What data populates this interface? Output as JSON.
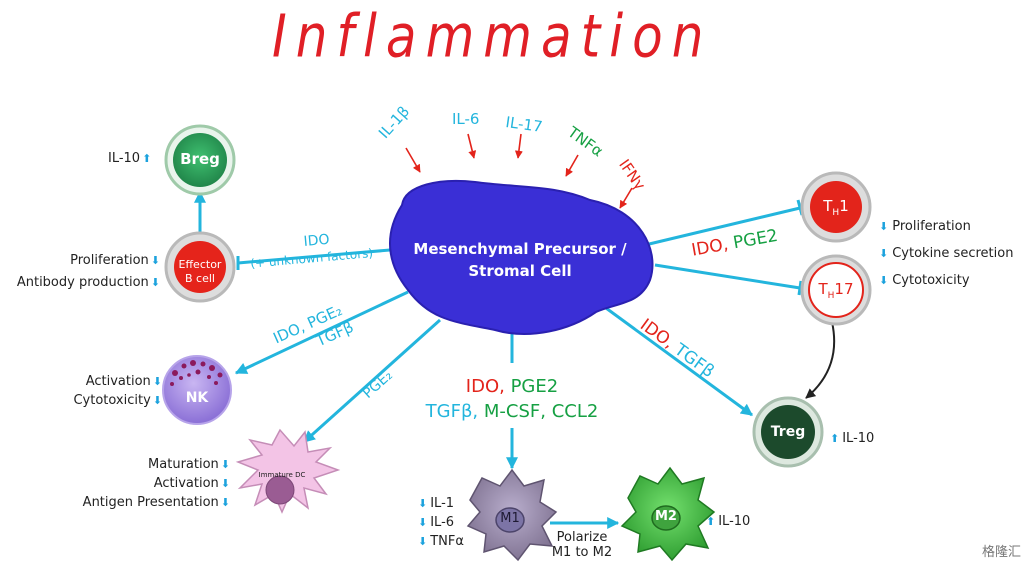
{
  "title": "Inflammation",
  "center_cell": {
    "line1": "Mesenchymal Precursor /",
    "line2": "Stromal Cell"
  },
  "incoming_cytokines": [
    {
      "label": "IL-1β",
      "color": "#23b5dd"
    },
    {
      "label": "IL-6",
      "color": "#23b5dd"
    },
    {
      "label": "IL-17",
      "color": "#23b5dd"
    },
    {
      "label": "TNFα",
      "color": "#16a043"
    },
    {
      "label": "IFNγ",
      "color": "#e3241b"
    }
  ],
  "cells": {
    "breg": "Breg",
    "effector_b": {
      "line1": "Effector",
      "line2": "B cell"
    },
    "nk": "NK",
    "immature_dc": "Immature DC",
    "m1": "M1",
    "m2": "M2",
    "th1": {
      "main": "T",
      "sub": "H",
      "suffix": "1"
    },
    "th17": {
      "main": "T",
      "sub": "H",
      "suffix": "17"
    },
    "treg": "Treg"
  },
  "pathways": {
    "to_effector_b": {
      "line1": "IDO",
      "line2": "(+ unknown factors)"
    },
    "to_nk": {
      "line1": "IDO, PGE₂",
      "line2": "TGFβ"
    },
    "to_dc": "PGE₂",
    "to_macrophage": {
      "ido": "IDO,",
      "pge2": "PGE2",
      "tgfb": "TGFβ,",
      "mcsf": "M-CSF,",
      "ccl2": "CCL2"
    },
    "to_th": {
      "ido": "IDO,",
      "pge2": "PGE2"
    },
    "to_treg": {
      "ido": "IDO,",
      "tgfb": "TGFβ"
    },
    "polarize": {
      "line1": "Polarize",
      "line2": "M1 to M2"
    }
  },
  "effects": {
    "breg": [
      "IL-10"
    ],
    "effector_b": [
      "Proliferation",
      "Antibody production"
    ],
    "nk": [
      "Activation",
      "Cytotoxicity"
    ],
    "dc": [
      "Maturation",
      "Activation",
      "Antigen Presentation"
    ],
    "m1": [
      "IL-1",
      "IL-6",
      "TNFα"
    ],
    "m2": [
      "IL-10"
    ],
    "th": [
      "Proliferation",
      "Cytokine secretion",
      "Cytotoxicity"
    ],
    "treg": [
      "IL-10"
    ]
  },
  "arrows": {
    "down": "⬇",
    "up": "⬆"
  },
  "watermark_brand": "格隆汇",
  "colors": {
    "cyan": "#23b5dd",
    "red": "#e3241b",
    "green": "#16a043",
    "blob": "#3a2fd6",
    "breg": "#2fa75a",
    "treg": "#1c4a2c"
  }
}
